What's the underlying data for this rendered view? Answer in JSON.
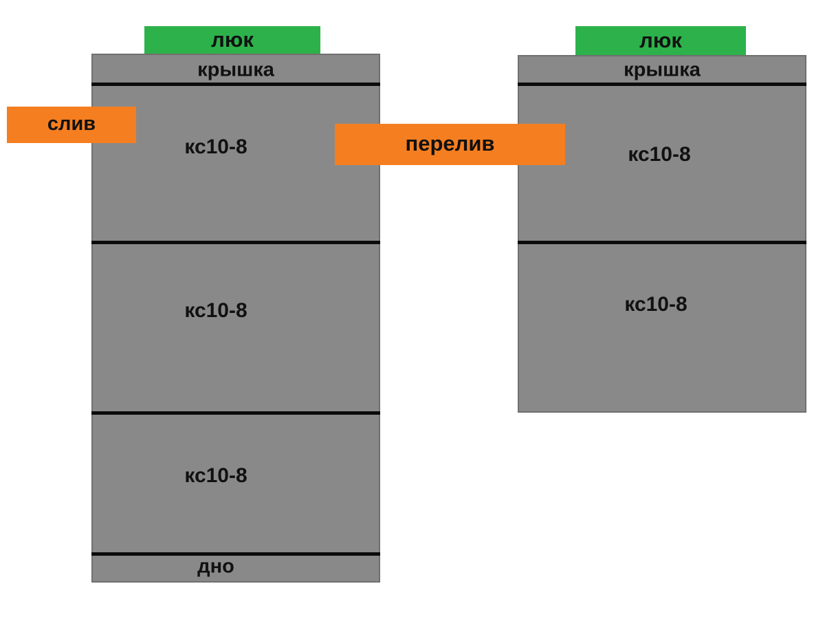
{
  "colors": {
    "background": "#ffffff",
    "tank_gray": "#898989",
    "tank_border": "#6f6f6f",
    "hatch_green": "#2db24b",
    "pipe_orange": "#f57e20",
    "divider_black": "#0b0b0b",
    "text_black": "#111111"
  },
  "left_tank": {
    "hatch_label": "люк",
    "lid_label": "крышка",
    "sections": [
      {
        "label": "кс10-8"
      },
      {
        "label": "кс10-8"
      },
      {
        "label": "кс10-8"
      }
    ],
    "bottom_label": "дно"
  },
  "right_tank": {
    "hatch_label": "люк",
    "lid_label": "крышка",
    "sections": [
      {
        "label": "кс10-8"
      },
      {
        "label": "кс10-8"
      }
    ]
  },
  "connections": {
    "drain_label": "слив",
    "overflow_label": "перелив"
  }
}
